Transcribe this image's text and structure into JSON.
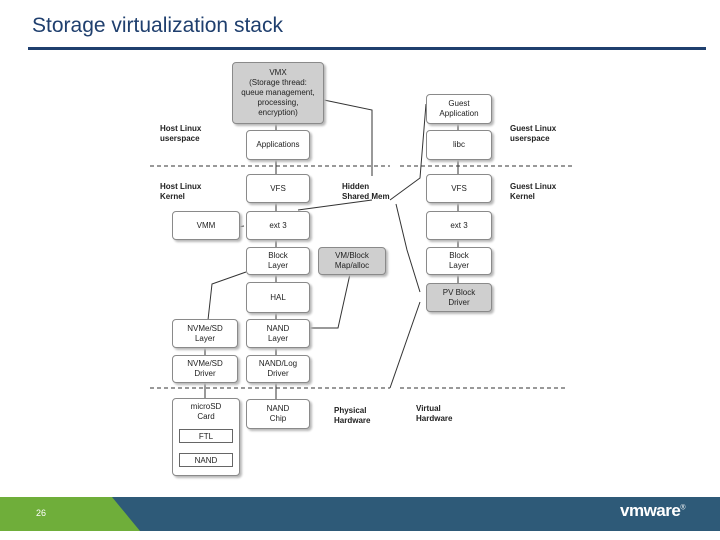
{
  "title": "Storage virtualization stack",
  "page_number": "26",
  "logo": {
    "text": "vmware",
    "mark": "®"
  },
  "boxes": {
    "vmx": "VMX\n(Storage thread:\nqueue management,\nprocessing,\nencryption)",
    "applications": "Applications",
    "vfs_host": "VFS",
    "ext3_host": "ext 3",
    "vmm": "VMM",
    "block_layer_host": "Block\nLayer",
    "virtual_fs_manager": "VM/Block\nMap/alloc",
    "hal": "HAL",
    "nvme_layer": "NVMe/SD\nLayer",
    "nand_layer": "NAND\nLayer",
    "nvme_driver": "NVMe/SD\nDriver",
    "nand_driver": "NAND/Log\nDriver",
    "nand_hw": "NAND\nChip",
    "guest_application": "Guest\nApplication",
    "guest_libc": "libc",
    "vfs_guest": "VFS",
    "ext3_guest": "ext 3",
    "block_layer_guest": "Block\nLayer",
    "pv_block_driver": "PV Block\nDriver"
  },
  "card": {
    "title": "microSD\nCard",
    "sub1": "FTL",
    "sub2": "NAND"
  },
  "labels": {
    "host_userspace": "Host Linux\nuserspace",
    "host_kernel": "Host Linux\nKernel",
    "shared_mem": "Hidden\nShared Mem",
    "guest_userspace": "Guest Linux\nuserspace",
    "guest_kernel": "Guest Linux\nKernel",
    "physical_hardware": "Physical\nHardware",
    "virtual_hardware": "Virtual\nHardware"
  }
}
